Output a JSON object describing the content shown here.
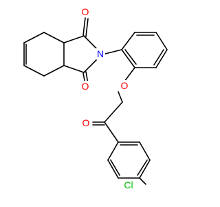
{
  "molecule": {
    "atoms": [
      {
        "id": "O1",
        "label": "O",
        "color": "#ff0000"
      },
      {
        "id": "N",
        "label": "N",
        "color": "#0000ff"
      },
      {
        "id": "O2",
        "label": "O",
        "color": "#ff0000"
      },
      {
        "id": "O3",
        "label": "O",
        "color": "#ff0000"
      },
      {
        "id": "O4",
        "label": "O",
        "color": "#ff0000"
      },
      {
        "id": "Cl",
        "label": "Cl",
        "color": "#00c000"
      }
    ],
    "bond_color": "#000000",
    "background": "#ffffff"
  }
}
